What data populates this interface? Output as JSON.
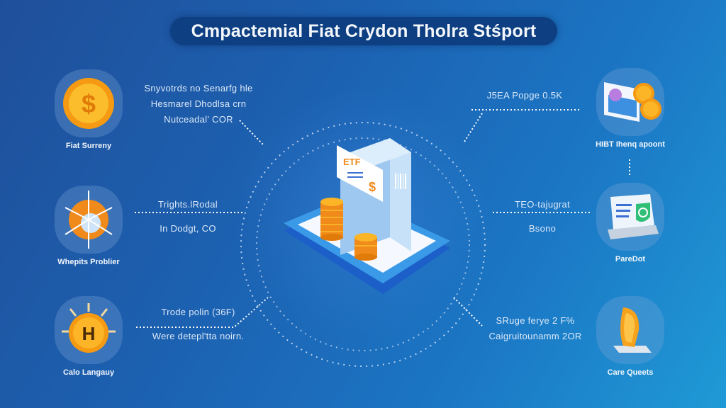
{
  "title": "Cmpactemial Fiat Crydon Tholra Stśport",
  "colors": {
    "background_start": "#1f4f9a",
    "background_end": "#1f9ad6",
    "title_pill": "#0d3f82",
    "coin_orange": "#f7a21c",
    "platform_blue": "#2e8de0"
  },
  "left_nodes": [
    {
      "label": "Fiat Surreny",
      "icon": "dollar-coin-icon",
      "description": [
        "Snyvotrds no Senarfg hle",
        "Hesmarel Dhodlsa crn",
        "Nutceadal' COR"
      ]
    },
    {
      "label": "Whepits Problier",
      "icon": "globe-arrows-icon",
      "description": [
        "Trights.lRodal",
        "In Dodgt, CO"
      ]
    },
    {
      "label": "Calo Langauy",
      "icon": "bitcoin-coin-icon",
      "description": [
        "Trode polin (36F)",
        "Were detepl'tta noirn."
      ]
    }
  ],
  "right_nodes": [
    {
      "label": "HIBT Ihenq apoont",
      "icon": "card-coins-icon",
      "description": [
        "J5EA Popge 0.5K"
      ]
    },
    {
      "label": "PareDot",
      "icon": "laptop-shield-icon",
      "description": [
        "TEO-tajugrat",
        "Bsono"
      ]
    },
    {
      "label": "Care Queets",
      "icon": "golden-trophy-icon",
      "description": [
        "SRuge ferye 2 F%",
        "Caigruitounamm 2OR"
      ]
    }
  ],
  "center": {
    "icon": "exchange-building-icon",
    "sign_text": "ETF",
    "sign_text_2": "$"
  }
}
